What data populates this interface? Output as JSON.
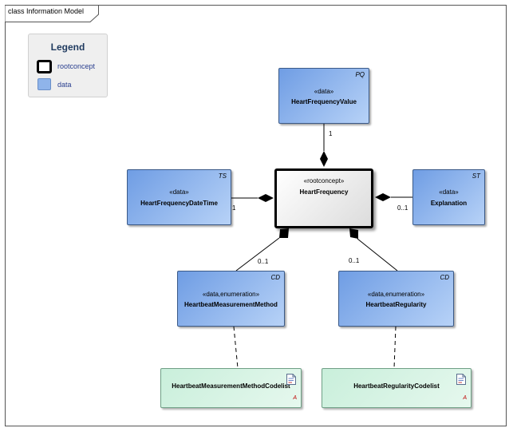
{
  "diagram": {
    "frame_title": "class Information Model"
  },
  "legend": {
    "title": "Legend",
    "items": [
      {
        "label": "rootconcept"
      },
      {
        "label": "data"
      }
    ]
  },
  "root": {
    "stereotype": "«rootconcept»",
    "name": "HeartFrequency"
  },
  "classes": {
    "value": {
      "tag": "PQ",
      "stereotype": "«data»",
      "name": "HeartFrequencyValue"
    },
    "datetime": {
      "tag": "TS",
      "stereotype": "«data»",
      "name": "HeartFrequencyDateTime"
    },
    "explanation": {
      "tag": "ST",
      "stereotype": "«data»",
      "name": "Explanation"
    },
    "method": {
      "tag": "CD",
      "stereotype": "«data,enumeration»",
      "name": "HeartbeatMeasurementMethod"
    },
    "regularity": {
      "tag": "CD",
      "stereotype": "«data,enumeration»",
      "name": "HeartbeatRegularity"
    }
  },
  "codelists": {
    "method": {
      "name": "HeartbeatMeasurementMethodCodelist",
      "mark": "A"
    },
    "regularity": {
      "name": "HeartbeatRegularityCodelist",
      "mark": "A"
    }
  },
  "multiplicities": {
    "value": "1",
    "datetime": "1",
    "explanation": "0..1",
    "method": "0..1",
    "regularity": "0..1"
  },
  "colors": {
    "data_fill": "#8fb4ea",
    "root_border": "#000000",
    "codelist_fill": "#d4f2e2",
    "codelist_marker": "#c00000"
  }
}
